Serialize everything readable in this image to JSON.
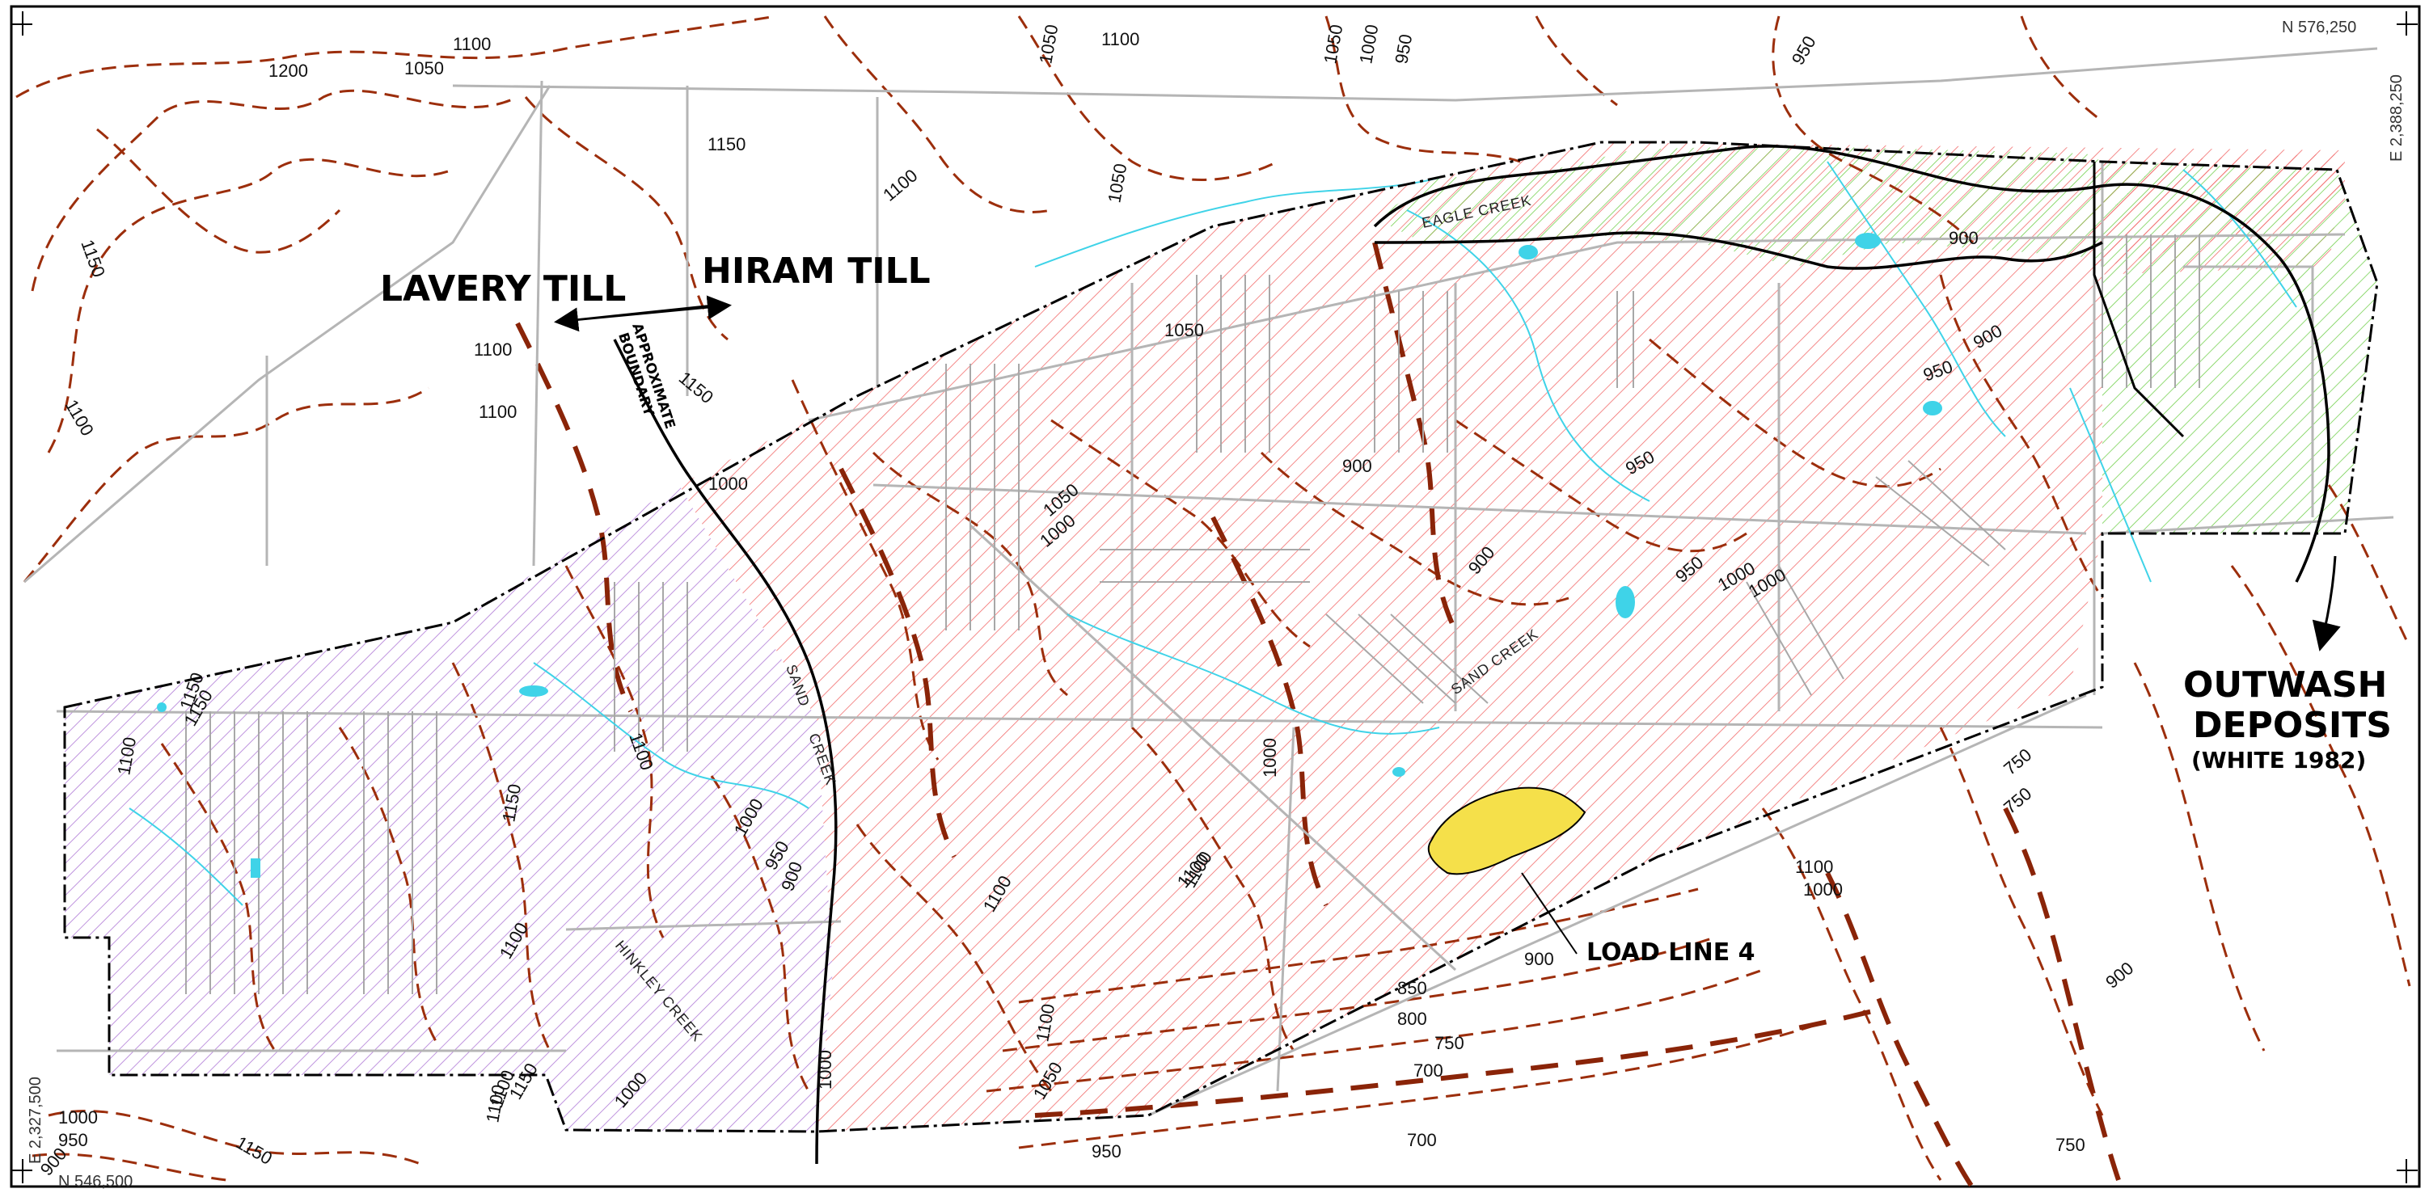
{
  "labels": {
    "lavery_till": "LAVERY TILL",
    "hiram_till": "HIRAM TILL",
    "approx_boundary_1": "APPROXIMATE",
    "approx_boundary_2": "BOUNDARY",
    "outwash_1": "OUTWASH",
    "outwash_2": "DEPOSITS",
    "outwash_3": "(WHITE 1982)",
    "load_line": "LOAD LINE 4"
  },
  "creeks": {
    "eagle": "EAGLE CREEK",
    "sand_1": "SAND CREEK",
    "sand_2a": "SAND",
    "sand_2b": "CREEK",
    "hinkley": "HINKLEY CREEK"
  },
  "coordinates": {
    "north_top": "N 576,250",
    "east_right": "E 2,388,250",
    "north_bottom": "N 546,500",
    "east_left": "E 2,327,500"
  },
  "contour_labels": [
    "1200",
    "1050",
    "1100",
    "1150",
    "1050",
    "1100",
    "1050",
    "1000",
    "950",
    "950",
    "1150",
    "1100",
    "1100",
    "1100",
    "1050",
    "1100",
    "1150",
    "1050",
    "1000",
    "900",
    "1050",
    "1000",
    "900",
    "950",
    "900",
    "950",
    "900",
    "950",
    "1000",
    "1000",
    "1150",
    "1100",
    "1100",
    "1150",
    "1000",
    "950",
    "900",
    "1100",
    "1100",
    "1000",
    "1150",
    "1100",
    "1000",
    "1150",
    "1100",
    "1000",
    "950",
    "900",
    "1000",
    "1100",
    "1050",
    "1100",
    "900",
    "850",
    "800",
    "750",
    "700",
    "700",
    "950",
    "750",
    "750",
    "750",
    "900",
    "1150",
    "1100",
    "1000",
    "1100"
  ],
  "colors": {
    "contour": "#9c2e0c",
    "road": "#b5b5b5",
    "stream": "#3fd3e8",
    "hiram_hatch": "#f26d6d",
    "lavery_hatch": "#b07ad6",
    "outwash_hatch": "#6fcf4a",
    "load_line_fill": "#f5e04a"
  }
}
